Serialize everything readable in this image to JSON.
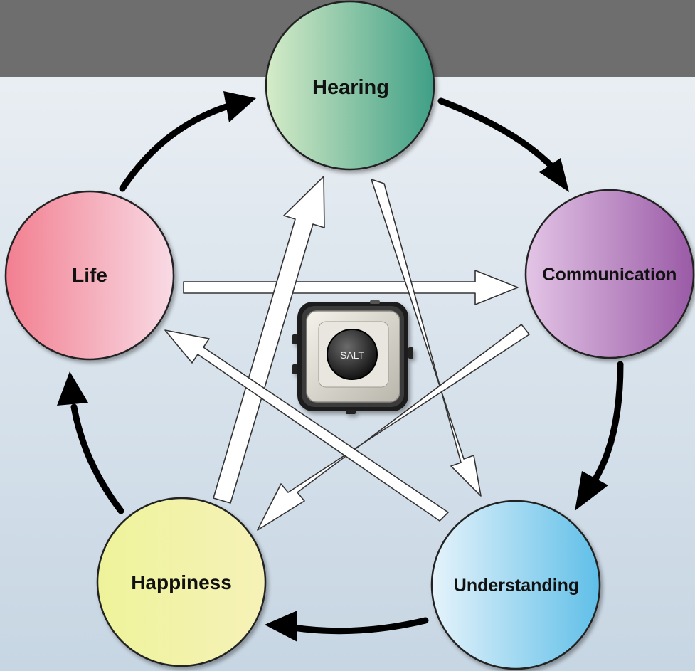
{
  "nodes": {
    "hearing": "Hearing",
    "communication": "Communication",
    "understanding": "Understanding",
    "happiness": "Happiness",
    "life": "Life"
  },
  "device": {
    "button_label": "SALT"
  }
}
